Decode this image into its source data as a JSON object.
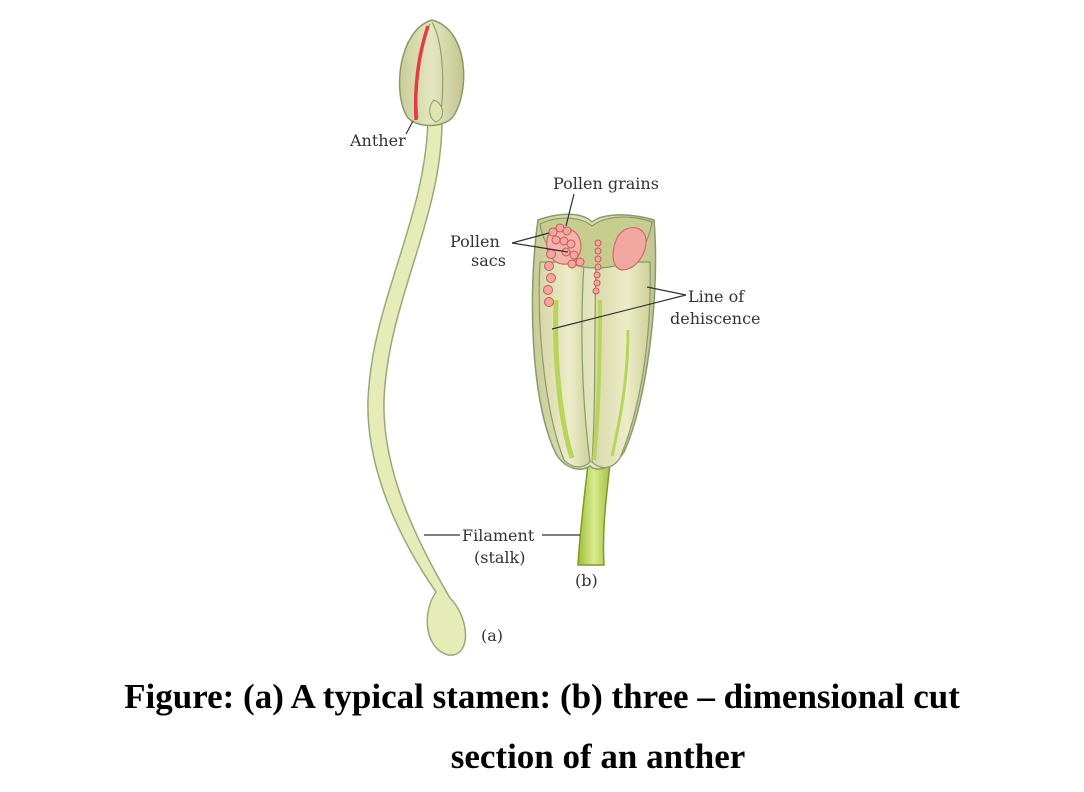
{
  "labels": {
    "anther": "Anther",
    "pollen_grains": "Pollen grains",
    "pollen_sacs_line1": "Pollen",
    "pollen_sacs_line2": "sacs",
    "line_of_dehiscence_line1": "Line of",
    "line_of_dehiscence_line2": "dehiscence",
    "filament_line1": "Filament",
    "filament_line2": "(stalk)",
    "part_a": "(a)",
    "part_b": "(b)"
  },
  "caption": {
    "line1": "Figure: (a) A typical stamen: (b) three – dimensional cut",
    "line2": "section of an anther"
  },
  "colors": {
    "stalk_fill": "#e6ecb8",
    "stalk_stroke": "#9aa878",
    "anther_fill": "#cfd5a3",
    "anther_stroke": "#8b9a6a",
    "dehiscence_red": "#e23a48",
    "pollen_pink": "#f2a8a0",
    "filament_green": "#b8d45a",
    "label_text": "#333333"
  }
}
